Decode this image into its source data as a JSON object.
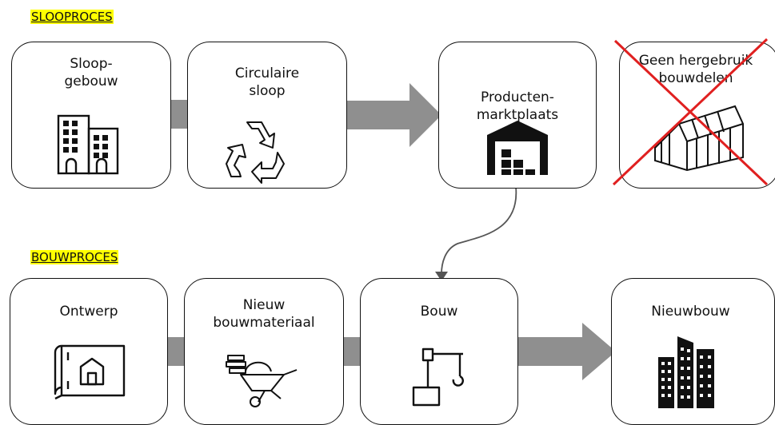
{
  "sections": {
    "demolition_title": "SLOOPROCES",
    "construction_title": "BOUWPROCES"
  },
  "demolition": {
    "boxes": [
      {
        "label": "Sloop-\ngebouw",
        "icon": "buildings-icon"
      },
      {
        "label": "Circulaire\nsloop",
        "icon": "recycle-icon"
      },
      {
        "label": "Producten-\nmarktplaats",
        "icon": "warehouse-icon"
      },
      {
        "label": "Geen hergebruik\nbouwdelen",
        "icon": "greenhouse-icon"
      }
    ]
  },
  "construction": {
    "boxes": [
      {
        "label": "Ontwerp",
        "icon": "blueprint-icon"
      },
      {
        "label": "Nieuw\nbouwmateriaal",
        "icon": "wheelbarrow-icon"
      },
      {
        "label": "Bouw",
        "icon": "crane-icon"
      },
      {
        "label": "Nieuwbouw",
        "icon": "skyscraper-icon"
      }
    ]
  },
  "colors": {
    "highlight": "#ffff00",
    "arrow": "#8f8f8f",
    "cross": "#e02020",
    "stroke": "#111111"
  }
}
